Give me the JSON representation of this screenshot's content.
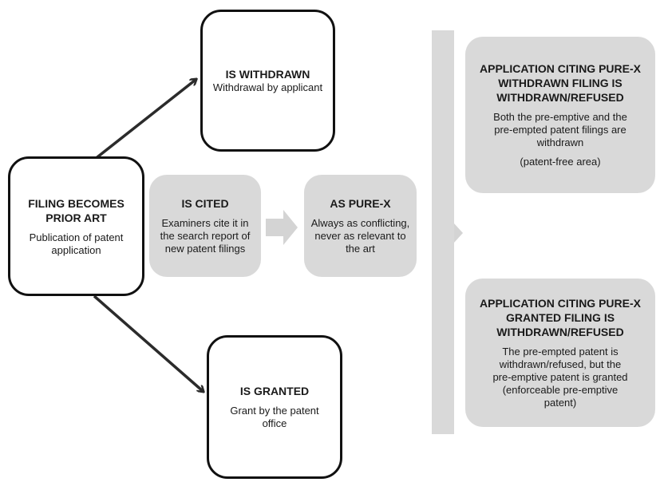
{
  "nodes": {
    "prior_art": {
      "title": "FILING BECOMES\nPRIOR ART",
      "text": "Publication of patent\napplication"
    },
    "withdrawn": {
      "title": "IS WITHDRAWN",
      "text": "Withdrawal by applicant"
    },
    "granted": {
      "title": "IS GRANTED",
      "text": "Grant by the patent\noffice"
    },
    "cited": {
      "title": "IS CITED",
      "text": "Examiners cite it in\nthe search report of\nnew patent filings"
    },
    "pure_x": {
      "title": "AS PURE-X",
      "text": "Always as conflicting,\nnever as relevant to\nthe art"
    },
    "citing_withdrawn": {
      "title": "APPLICATION CITING PURE-X\nWITHDRAWN FILING IS\nWITHDRAWN/REFUSED",
      "text": "Both the pre-emptive and the\npre-empted patent filings are\nwithdrawn",
      "note": "(patent-free area)"
    },
    "citing_granted": {
      "title": "APPLICATION CITING PURE-X\nGRANTED FILING IS\nWITHDRAWN/REFUSED",
      "text": "The pre-empted patent is\nwithdrawn/refused, but the\npre-emptive patent is granted\n(enforceable pre-emptive\npatent)"
    }
  },
  "colors": {
    "arrow": "#2b2b2b",
    "gray_box": "#d9d9d9",
    "gray_arrow": "#d4d4d4",
    "border": "#111111"
  }
}
